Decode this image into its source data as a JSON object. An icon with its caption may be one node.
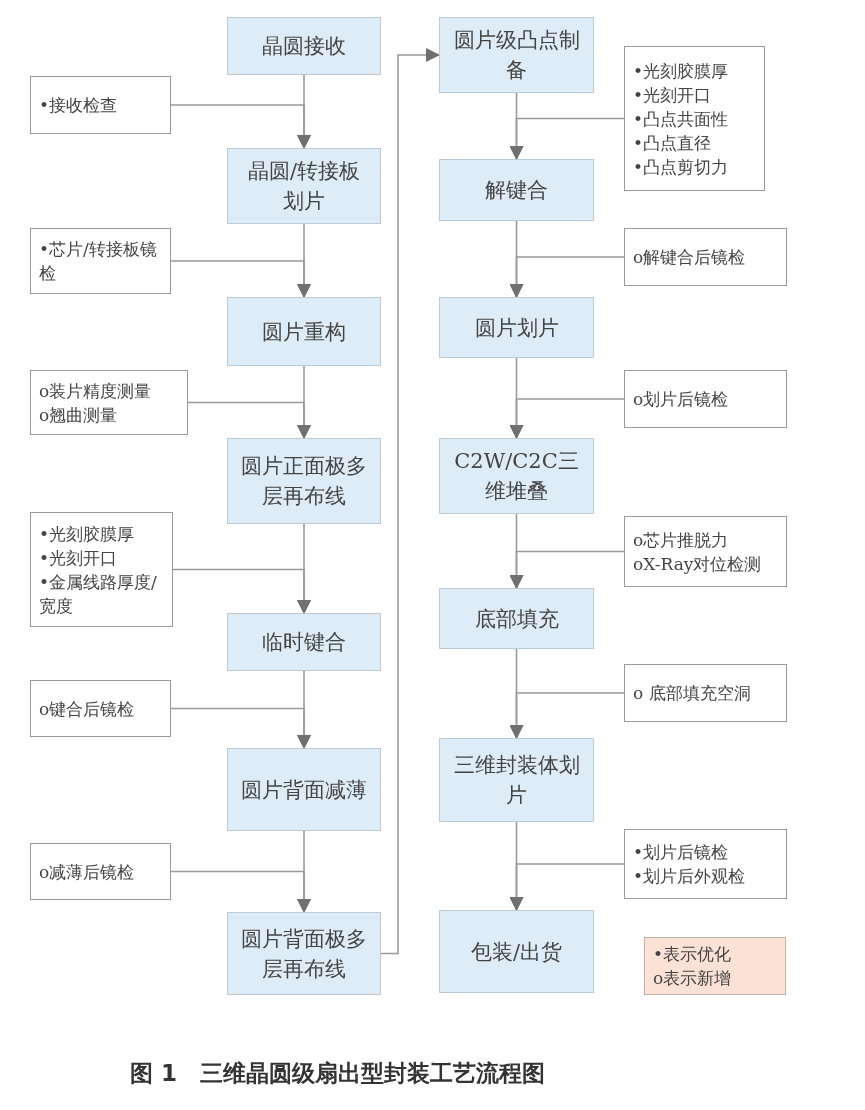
{
  "diagram": {
    "caption": "图 1　三维晶圆级扇出型封装工艺流程图",
    "nodes": [
      {
        "text": [
          "晶圆接收"
        ]
      },
      {
        "text": [
          "晶圆/转接板划片"
        ]
      },
      {
        "text": [
          "圆片重构"
        ]
      },
      {
        "text": [
          "圆片正面极多层再布线"
        ]
      },
      {
        "text": [
          "临时键合"
        ]
      },
      {
        "text": [
          "圆片背面减薄"
        ]
      },
      {
        "text": [
          "圆片背面极多层再布线"
        ]
      },
      {
        "text": [
          "圆片级凸点制备"
        ]
      },
      {
        "text": [
          "解键合"
        ]
      },
      {
        "text": [
          "圆片划片"
        ]
      },
      {
        "text": [
          "C2W/C2C三维堆叠"
        ]
      },
      {
        "text": [
          "底部填充"
        ]
      },
      {
        "text": [
          "三维封装体划片"
        ]
      },
      {
        "text": [
          "包装/出货"
        ]
      },
      {
        "text": [
          "•接收检查"
        ]
      },
      {
        "text": [
          "•芯片/转接板镜检"
        ]
      },
      {
        "text": [
          "o装片精度测量",
          "o翘曲测量"
        ]
      },
      {
        "text": [
          "•光刻胶膜厚",
          "•光刻开口",
          "•金属线路厚度/宽度"
        ]
      },
      {
        "text": [
          "o键合后镜检"
        ]
      },
      {
        "text": [
          "o减薄后镜检"
        ]
      },
      {
        "text": [
          "•光刻胶膜厚",
          "•光刻开口",
          "•凸点共面性",
          "•凸点直径",
          "•凸点剪切力"
        ]
      },
      {
        "text": [
          "o解键合后镜检"
        ]
      },
      {
        "text": [
          "o划片后镜检"
        ]
      },
      {
        "text": [
          "o芯片推脱力",
          "oX-Ray对位检测"
        ]
      },
      {
        "text": [
          "o 底部填充空洞"
        ]
      },
      {
        "text": [
          "•划片后镜检",
          "•划片后外观检"
        ]
      }
    ],
    "edges": [
      {
        "from": 0,
        "to": 1,
        "arrow": "to"
      },
      {
        "from": 1,
        "to": 2,
        "arrow": "to"
      },
      {
        "from": 2,
        "to": 3,
        "arrow": "to"
      },
      {
        "from": 3,
        "to": 4,
        "arrow": "to"
      },
      {
        "from": 4,
        "to": 5,
        "arrow": "to"
      },
      {
        "from": 5,
        "to": 6,
        "arrow": "to"
      },
      {
        "from": 6,
        "to": 7,
        "arrow": "to"
      },
      {
        "from": 7,
        "to": 8,
        "arrow": "to"
      },
      {
        "from": 8,
        "to": 9,
        "arrow": "to"
      },
      {
        "from": 9,
        "to": 10,
        "arrow": "to"
      },
      {
        "from": 10,
        "to": 11,
        "arrow": "to"
      },
      {
        "from": 11,
        "to": 12,
        "arrow": "to"
      },
      {
        "from": 12,
        "to": 13,
        "arrow": "to"
      },
      {
        "from": 14,
        "to": 1,
        "arrow": "to"
      },
      {
        "from": 15,
        "to": 2,
        "arrow": "to"
      },
      {
        "from": 16,
        "to": 3,
        "arrow": "to"
      },
      {
        "from": 17,
        "to": 4,
        "arrow": "to"
      },
      {
        "from": 18,
        "to": 5,
        "arrow": "to"
      },
      {
        "from": 19,
        "to": 6,
        "arrow": "to"
      },
      {
        "from": 20,
        "to": 8,
        "arrow": "to"
      },
      {
        "from": 21,
        "to": 9,
        "arrow": "to"
      },
      {
        "from": 22,
        "to": 10,
        "arrow": "to"
      },
      {
        "from": 23,
        "to": 11,
        "arrow": "to"
      },
      {
        "from": 24,
        "to": 12,
        "arrow": "to"
      },
      {
        "from": 25,
        "to": 13,
        "arrow": "to"
      }
    ],
    "legend": [
      {
        "text": "•表示优化"
      },
      {
        "text": "o表示新增"
      }
    ]
  }
}
